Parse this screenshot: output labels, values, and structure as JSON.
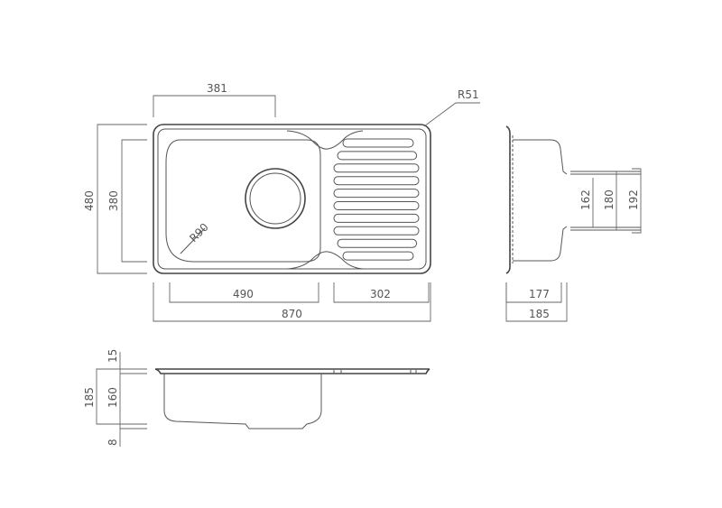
{
  "drawing": {
    "top_view": {
      "width_total": "870",
      "bowl_width": "490",
      "drainer_width": "302",
      "drain_offset": "381",
      "depth_total": "480",
      "bowl_depth": "380",
      "bowl_corner_radius": "R90",
      "outer_corner_radius": "R51"
    },
    "side_view": {
      "inner_depth": "177",
      "outer_depth": "185",
      "drain_dim_1": "162",
      "drain_dim_2": "180",
      "drain_dim_3": "192"
    },
    "front_view": {
      "flange_height": "15",
      "bowl_height": "160",
      "total_height": "185",
      "bottom_offset": "8"
    }
  }
}
